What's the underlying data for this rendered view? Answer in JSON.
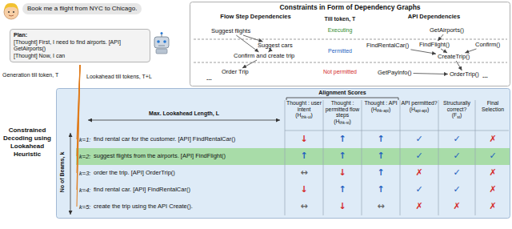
{
  "diagram": {
    "nodes": [
      {
        "text": [
          "Book me a flight from NYC to Chicago."
        ]
      },
      {
        "text": [
          "Plan:",
          "[Thought] First, I need to find airports. [API] GetAirports()",
          "[Thought] Now, I can"
        ]
      },
      {
        "text": [
          "Constraints in Form of Dependency Graphs"
        ]
      },
      {
        "text": [
          "Flow Step Dependencies"
        ],
        "in": 2
      },
      {
        "text": [
          "Suggest flights"
        ],
        "in": 3
      },
      {
        "text": [
          "Suggest cars"
        ],
        "in": 3
      },
      {
        "text": [
          "Confirm and create trip"
        ],
        "in": 3
      },
      {
        "text": [
          "Order Trip"
        ],
        "in": 3
      },
      {
        "text": [
          "API Dependencies"
        ],
        "in": 2
      },
      {
        "text": [
          "GetAirports()"
        ],
        "in": 8
      },
      {
        "text": [
          "FindRentalCar()"
        ],
        "in": 8
      },
      {
        "text": [
          "FindFlight()"
        ],
        "in": 8
      },
      {
        "text": [
          "Confirm()"
        ],
        "in": 8
      },
      {
        "text": [
          "CreateTrip()"
        ],
        "in": 8
      },
      {
        "text": [
          "GetPayInfo()"
        ],
        "in": 8
      },
      {
        "text": [
          "OrderTrip()"
        ],
        "in": 8
      },
      {
        "text": [
          "Constrained Decoding using Lookahead Heuristic"
        ]
      }
    ],
    "edges": [
      {
        "from": 4,
        "to": 5,
        "arrow": "to"
      },
      {
        "from": 4,
        "to": 6,
        "arrow": "to"
      },
      {
        "from": 5,
        "to": 6,
        "arrow": "to"
      },
      {
        "from": 6,
        "to": 7,
        "arrow": "to"
      },
      {
        "from": 9,
        "to": 11,
        "arrow": "to"
      },
      {
        "from": 10,
        "to": 13,
        "arrow": "to"
      },
      {
        "from": 11,
        "to": 13,
        "arrow": "to"
      },
      {
        "from": 12,
        "to": 13,
        "arrow": "to"
      },
      {
        "from": 13,
        "to": 15,
        "arrow": "to"
      },
      {
        "from": 14,
        "to": 15,
        "arrow": "to"
      }
    ],
    "labels": [
      "Generation till token, T",
      "Lookahead till tokens, T+L",
      "Till token, T",
      "Executing",
      "Permitted",
      "Not permitted",
      "...",
      "...",
      "Alignment Scores",
      "Max. Lookahead Length, L",
      "No of Beams, k",
      "Thought : user intent",
      "(H",
      "thk-ui",
      ")",
      "Thought : permitted flow steps",
      "(H",
      "thk-st",
      ")",
      "Thought : API",
      "(H",
      "thk-api",
      ")",
      "API permitted?",
      "(H",
      "api-api",
      ")",
      "Structurally correct?",
      "(F",
      "st",
      ")",
      "Final Selection",
      "k=1:",
      "find rental car for the customer. [API] FindRentalCar()",
      "↓",
      "↑",
      "↑",
      "✓",
      "✓",
      "✗",
      "k=2:",
      "suggest flights from the airports. [API] FindFlight()",
      "↑",
      "↑",
      "↑",
      "✓",
      "✓",
      "✓",
      "k=3:",
      "order the trip. [API] OrderTrip()",
      "↔",
      "↓",
      "↑",
      "✗",
      "✓",
      "✗",
      "k=4:",
      "find rental car. [API] FindRentalCar()",
      "↓",
      "↑",
      "↑",
      "✓",
      "✓",
      "✗",
      "k=5:",
      "create the trip using the API Create().",
      "↔",
      "↓",
      "↔",
      "✗",
      "✗",
      "✗"
    ]
  }
}
